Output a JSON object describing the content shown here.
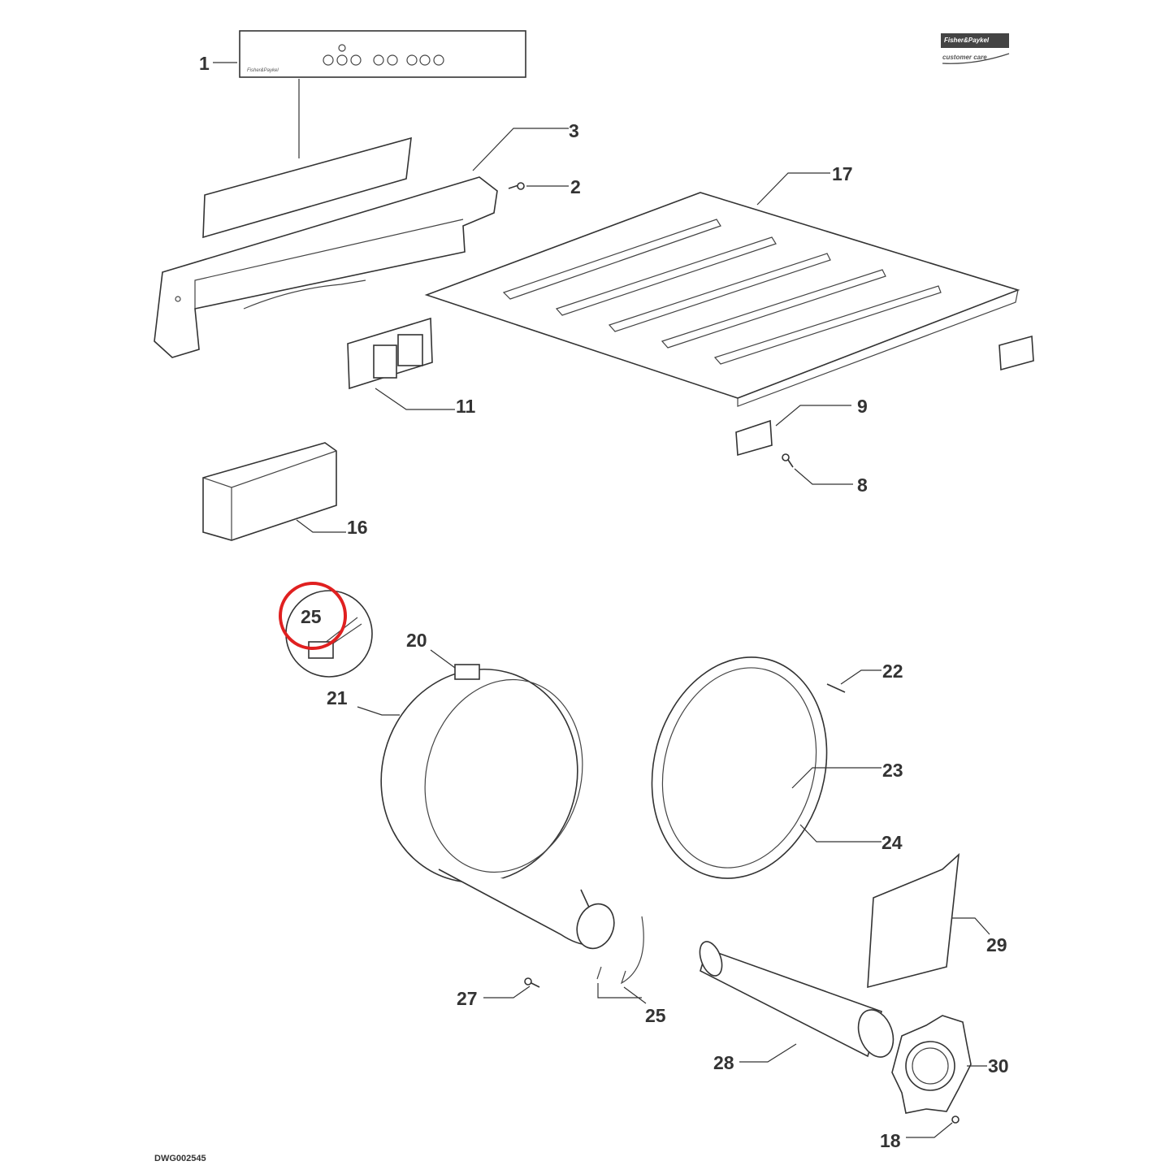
{
  "diagram": {
    "drawing_number": "DWG002545",
    "logo": {
      "brand": "Fisher&Paykel",
      "subtitle": "customer care"
    },
    "panel_brand": "Fisher&Paykel",
    "highlight_color": "#e02020",
    "callouts": {
      "c1": "1",
      "c2": "2",
      "c3": "3",
      "c8": "8",
      "c9": "9",
      "c11": "11",
      "c16": "16",
      "c17": "17",
      "c18": "18",
      "c20": "20",
      "c21": "21",
      "c22": "22",
      "c23": "23",
      "c24": "24",
      "c25a": "25",
      "c25b": "25",
      "c27": "27",
      "c28": "28",
      "c29": "29",
      "c30": "30"
    }
  }
}
